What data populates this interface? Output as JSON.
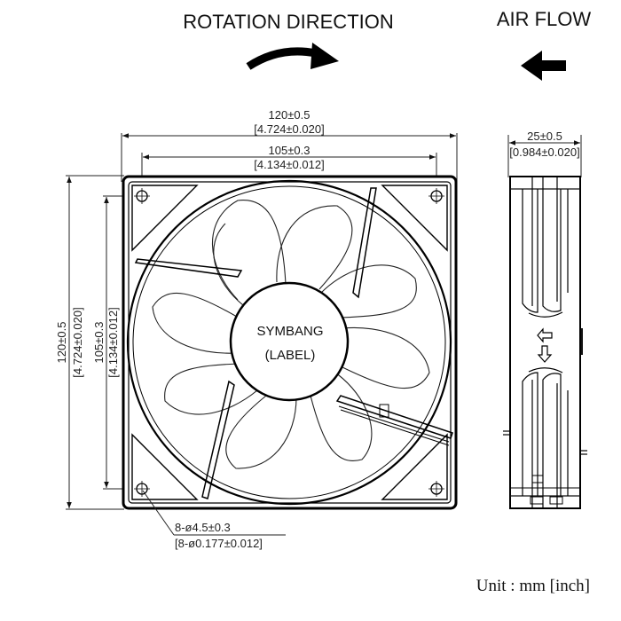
{
  "header": {
    "rotation_title": "ROTATION DIRECTION",
    "airflow_title": "AIR FLOW"
  },
  "hub_label": {
    "line1": "SYMBANG",
    "line2": "(LABEL)"
  },
  "dimensions": {
    "overall_width_mm": "120±0.5",
    "overall_width_in": "[4.724±0.020]",
    "hole_span_width_mm": "105±0.3",
    "hole_span_width_in": "[4.134±0.012]",
    "overall_height_mm": "120±0.5",
    "overall_height_in": "[4.724±0.020]",
    "hole_span_height_mm": "105±0.3",
    "hole_span_height_in": "[4.134±0.012]",
    "thickness_mm": "25±0.5",
    "thickness_in": "[0.984±0.020]",
    "holes_mm": "8-ø4.5±0.3",
    "holes_in": "[8-ø0.177±0.012]"
  },
  "footer": {
    "unit_note": "Unit : mm [inch]"
  }
}
